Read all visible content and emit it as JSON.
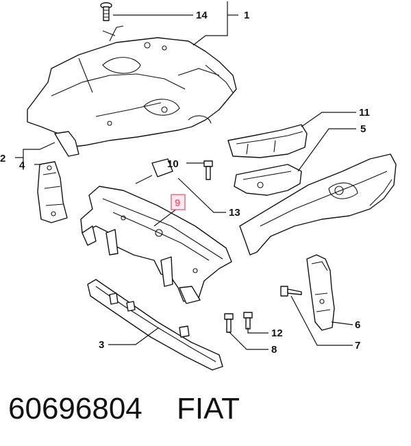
{
  "callouts": [
    {
      "id": "1",
      "label": "1"
    },
    {
      "id": "2",
      "label": "2"
    },
    {
      "id": "3",
      "label": "3"
    },
    {
      "id": "4",
      "label": "4"
    },
    {
      "id": "5",
      "label": "5"
    },
    {
      "id": "6",
      "label": "6"
    },
    {
      "id": "7",
      "label": "7"
    },
    {
      "id": "8",
      "label": "8"
    },
    {
      "id": "9",
      "label": "9"
    },
    {
      "id": "10",
      "label": "10"
    },
    {
      "id": "11",
      "label": "11"
    },
    {
      "id": "12",
      "label": "12"
    },
    {
      "id": "13",
      "label": "13"
    },
    {
      "id": "14",
      "label": "14"
    }
  ],
  "highlight": {
    "callout": "9",
    "color": "#e86b8a"
  },
  "footer": {
    "part_number": "60696804",
    "brand": "FIAT"
  }
}
